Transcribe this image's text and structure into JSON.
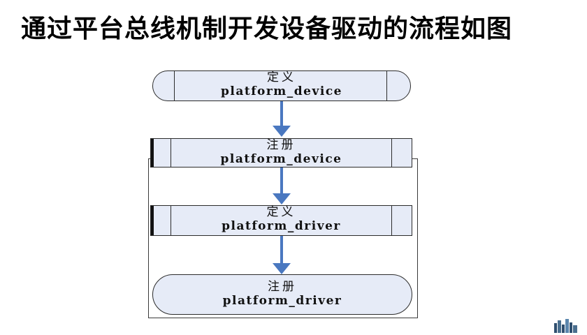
{
  "title": "通过平台总线机制开发设备驱动的流程如图",
  "nodes": [
    {
      "line1": "定义",
      "line2": "platform_device"
    },
    {
      "line1": "注册",
      "line2": "platform_device"
    },
    {
      "line1": "定义",
      "line2": "platform_driver"
    },
    {
      "line1": "注册",
      "line2": "platform_driver"
    }
  ],
  "colors": {
    "arrow": "#4a78c0",
    "box_fill": "#e6ebf7"
  },
  "icons": {
    "corner_logo": "city-skyline-logo-icon"
  }
}
